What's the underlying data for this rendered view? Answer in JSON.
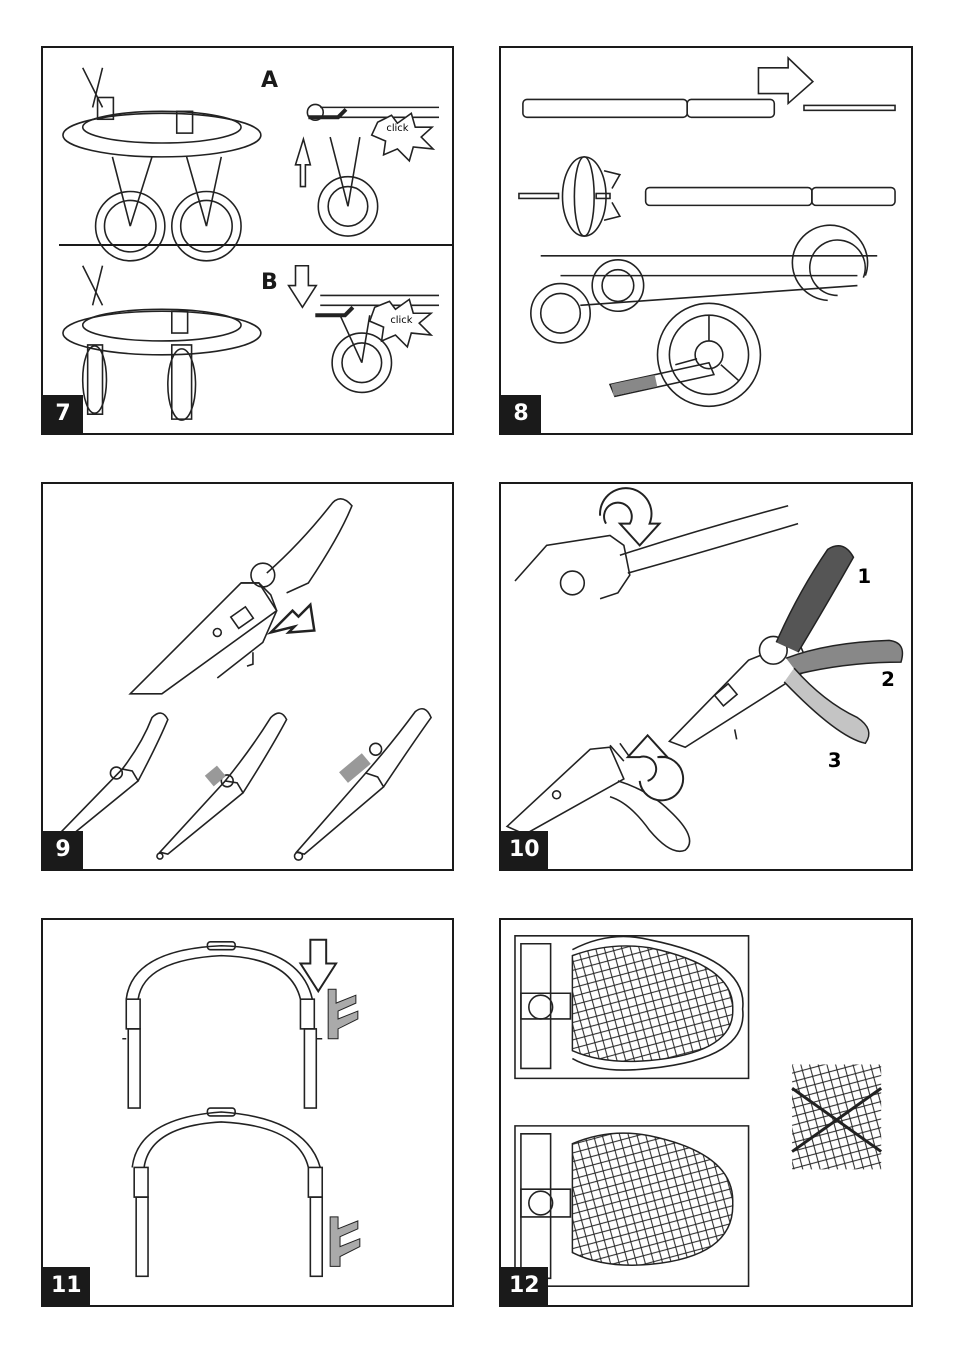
{
  "panels": [
    {
      "number": "7",
      "labels": [
        "A",
        "B"
      ],
      "callouts": [
        "click",
        "click"
      ]
    },
    {
      "number": "8"
    },
    {
      "number": "9"
    },
    {
      "number": "10",
      "positions": [
        "1",
        "2",
        "3"
      ]
    },
    {
      "number": "11"
    },
    {
      "number": "12"
    }
  ]
}
